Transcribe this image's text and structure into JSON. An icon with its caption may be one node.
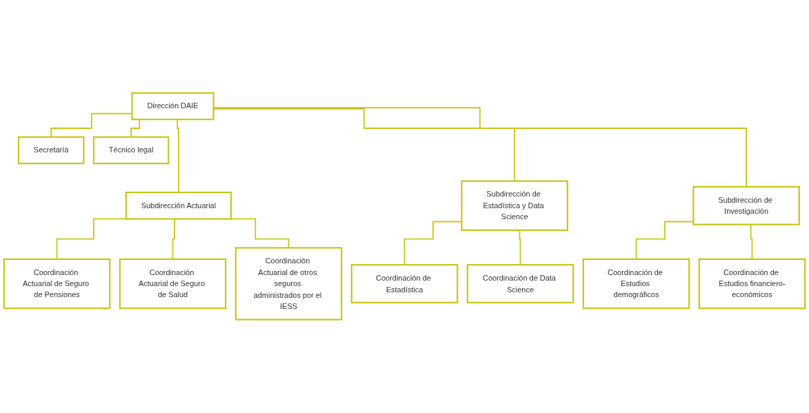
{
  "diagram": {
    "nodes": [
      {
        "text": [
          "Dirección DAIE"
        ]
      },
      {
        "text": [
          "Secretaría"
        ]
      },
      {
        "text": [
          "Técnico legal"
        ]
      },
      {
        "text": [
          "Subdirección Actuarial"
        ]
      },
      {
        "text": [
          "Subdirección de Estadística y Data Science"
        ]
      },
      {
        "text": [
          "Subdirección de Investigación"
        ]
      },
      {
        "text": [
          "Coordinación Actuarial de Seguro de Pensiones"
        ]
      },
      {
        "text": [
          "Coordinación Actuarial de Seguro de Salud"
        ]
      },
      {
        "text": [
          "Coordinación Actuarial de otros seguros administrados por el IESS"
        ]
      },
      {
        "text": [
          "Coordinación de Estadística"
        ]
      },
      {
        "text": [
          "Coordinación de Data Science"
        ]
      },
      {
        "text": [
          "Coordinación de Estudios demográficos"
        ]
      },
      {
        "text": [
          "Coordinación de Estudios financiero-económicos"
        ]
      }
    ],
    "edges": [
      {
        "from": 0,
        "to": 1,
        "arrow": "none"
      },
      {
        "from": 0,
        "to": 2,
        "arrow": "none"
      },
      {
        "from": 0,
        "to": 3,
        "arrow": "none"
      },
      {
        "from": 0,
        "to": 4,
        "arrow": "none"
      },
      {
        "from": 0,
        "to": 5,
        "arrow": "none"
      },
      {
        "from": 3,
        "to": 6,
        "arrow": "none"
      },
      {
        "from": 3,
        "to": 7,
        "arrow": "none"
      },
      {
        "from": 3,
        "to": 8,
        "arrow": "none"
      },
      {
        "from": 4,
        "to": 9,
        "arrow": "none"
      },
      {
        "from": 4,
        "to": 10,
        "arrow": "none"
      },
      {
        "from": 5,
        "to": 11,
        "arrow": "none"
      },
      {
        "from": 5,
        "to": 12,
        "arrow": "none"
      }
    ]
  }
}
